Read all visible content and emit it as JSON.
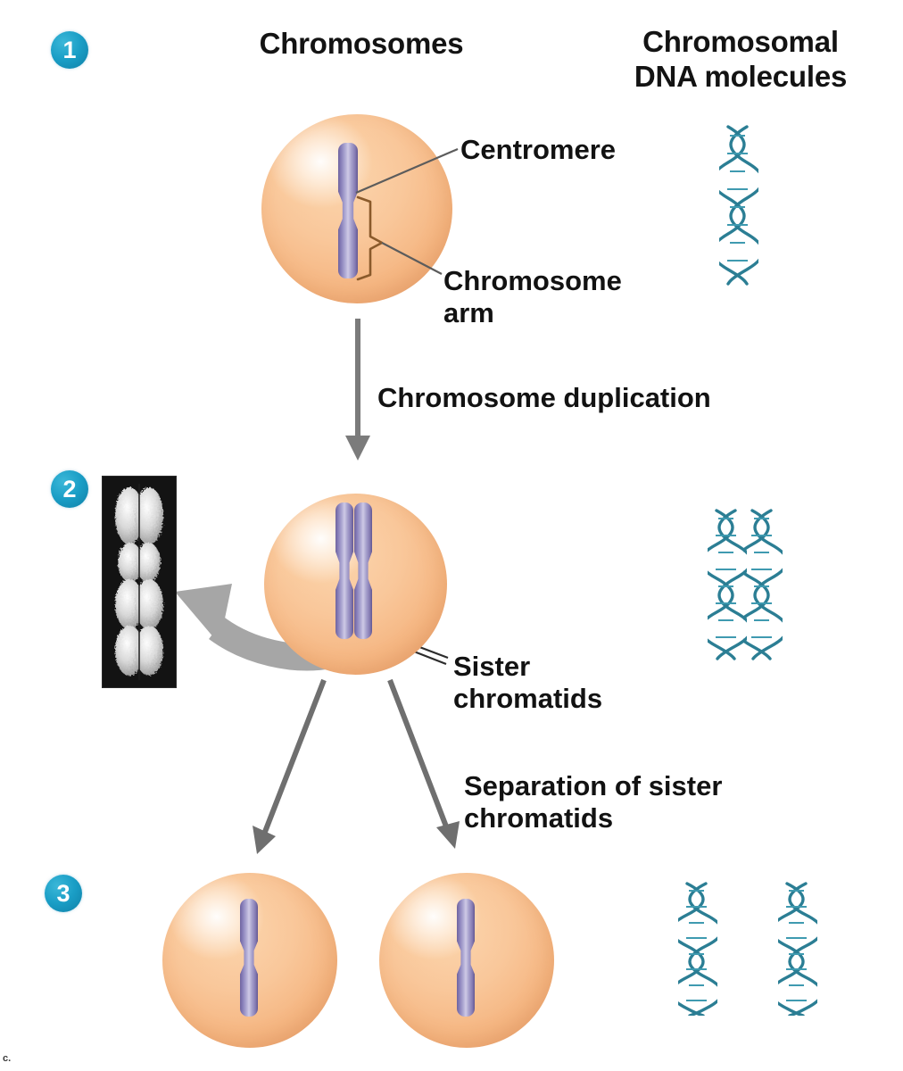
{
  "figure": {
    "corner_label": "c.",
    "background_color": "#ffffff",
    "accent_badge_color": "#1a9ec6",
    "cell_color": "#f9c79a",
    "chromosome_color": "#8981bb",
    "dna_color": "#2b7e94",
    "arrow_color": "#7b7b7b",
    "brace_color": "#8a5a2b"
  },
  "columns": {
    "chromosomes_header": "Chromosomes",
    "dna_header": "Chromosomal\nDNA molecules"
  },
  "steps": [
    {
      "number": "1",
      "badge": "1"
    },
    {
      "number": "2",
      "badge": "2"
    },
    {
      "number": "3",
      "badge": "3"
    }
  ],
  "labels": {
    "centromere": "Centromere",
    "chromosome_arm": "Chromosome\narm",
    "sister_chromatids": "Sister\nchromatids"
  },
  "transitions": {
    "duplication": "Chromosome duplication",
    "separation": "Separation of sister\nchromatids"
  },
  "stage1": {
    "cell_count": 1,
    "chromatid_count": 1,
    "dna_count": 1
  },
  "stage2": {
    "cell_count": 1,
    "chromatid_count": 2,
    "dna_count": 2,
    "has_micrograph": true
  },
  "stage3": {
    "cell_count": 2,
    "chromatid_count": 1,
    "dna_count": 2
  }
}
